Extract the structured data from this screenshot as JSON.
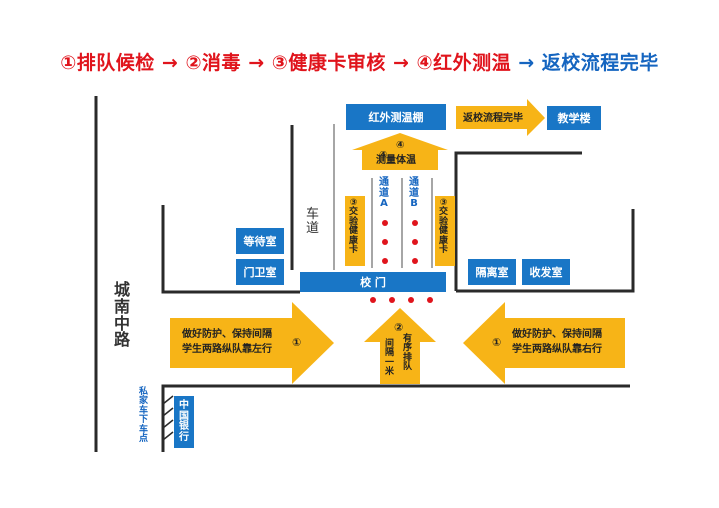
{
  "title": {
    "steps": [
      {
        "text": "①排队候检",
        "color": "#e0141c"
      },
      {
        "text": "②消毒",
        "color": "#e0141c"
      },
      {
        "text": "③健康卡审核",
        "color": "#e0141c"
      },
      {
        "text": "④红外测温",
        "color": "#e0141c"
      },
      {
        "text": "返校流程完毕",
        "color": "#1565c0"
      }
    ],
    "arrow": "→"
  },
  "map": {
    "road_left": "城南中路",
    "lane": "车道",
    "private_car": "私家车下车点",
    "bank": "中国银行",
    "school_gate": "校 门",
    "waiting_room": "等待室",
    "guard_room": "门卫室",
    "isolation_room": "隔离室",
    "mail_room": "收发室",
    "infrared_booth": "红外测温棚",
    "done_arrow": "返校流程完毕",
    "teaching_building": "教学楼",
    "measure_arrow_num": "④",
    "measure_arrow": "测量体温",
    "channel_a": "通道A",
    "channel_b": "通道B",
    "health_card_num": "③",
    "health_card": "交验健康卡",
    "left_arrow_text1": "做好防护、保持间隔",
    "left_arrow_text2": "学生两路纵队靠左行",
    "left_arrow_num": "①",
    "right_arrow_text1": "做好防护、保持间隔",
    "right_arrow_text2": "学生两路纵队靠右行",
    "right_arrow_num": "①",
    "center_arrow_num": "②",
    "center_arrow_col1": "间隔一米",
    "center_arrow_col2": "有序排队"
  },
  "colors": {
    "blue": "#1976c6",
    "yellow": "#f7b417",
    "red": "#e0141c",
    "line": "#2a2a2a"
  }
}
